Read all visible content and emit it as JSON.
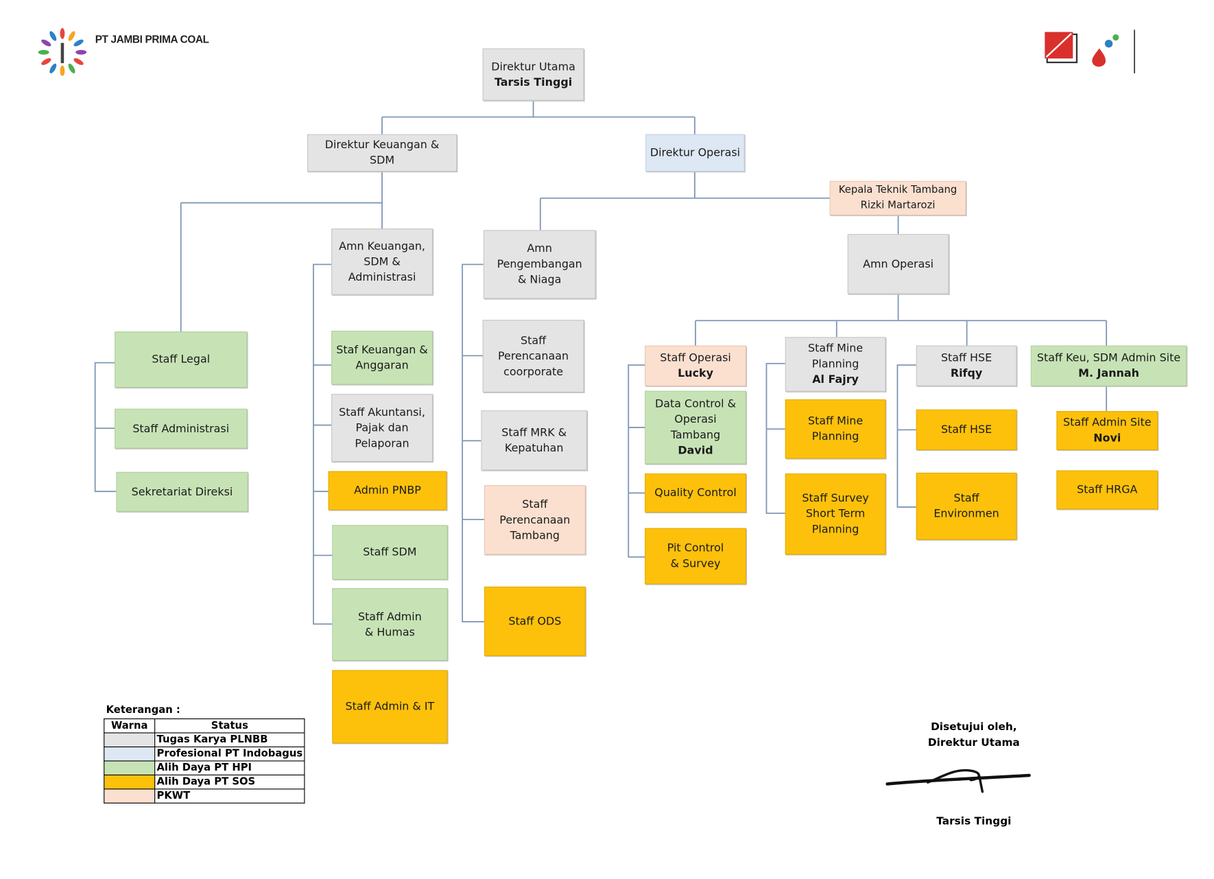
{
  "company": "PT JAMBI PRIMA COAL",
  "colors": {
    "grey": "#e4e4e4",
    "blue": "#dde8f4",
    "green": "#c7e3b6",
    "yellow": "#fdc10b",
    "peach": "#fbe0d0",
    "line": "#7f98b4"
  },
  "nodes": {
    "direktur_utama": {
      "title": "Direktur Utama",
      "name": "Tarsis Tinggi"
    },
    "dir_keuangan": {
      "title": "Direktur Keuangan & SDM"
    },
    "dir_operasi": {
      "title": "Direktur Operasi"
    },
    "kepala_teknik": {
      "title": "Kepala Teknik Tambang",
      "subtitle": "Rizki Martarozi"
    },
    "staff_legal": {
      "title": "Staff Legal"
    },
    "staff_administrasi": {
      "title": "Staff Administrasi"
    },
    "sekretariat": {
      "title": "Sekretariat Direksi"
    },
    "amn_keuangan": {
      "l1": "Amn Keuangan,",
      "l2": "SDM &",
      "l3": "Administrasi"
    },
    "staf_keu_anggaran": {
      "l1": "Staf Keuangan &",
      "l2": "Anggaran"
    },
    "staff_akuntansi": {
      "l1": "Staff Akuntansi,",
      "l2": "Pajak dan",
      "l3": "Pelaporan"
    },
    "admin_pnbp": {
      "title": "Admin PNBP"
    },
    "staff_sdm": {
      "title": "Staff SDM"
    },
    "staff_admin_humas": {
      "l1": "Staff Admin",
      "l2": "& Humas"
    },
    "staff_admin_it": {
      "title": "Staff Admin & IT"
    },
    "amn_pengembangan": {
      "l1": "Amn",
      "l2": "Pengembangan",
      "l3": "& Niaga"
    },
    "staff_perencanaan_corp": {
      "l1": "Staff",
      "l2": "Perencanaan",
      "l3": "coorporate"
    },
    "staff_mrk": {
      "l1": "Staff MRK &",
      "l2": "Kepatuhan"
    },
    "staff_perencanaan_tambang": {
      "l1": "Staff",
      "l2": "Perencanaan",
      "l3": "Tambang"
    },
    "staff_ods": {
      "title": "Staff ODS"
    },
    "amn_operasi": {
      "title": "Amn Operasi"
    },
    "staff_operasi": {
      "title": "Staff Operasi",
      "name": "Lucky"
    },
    "data_control": {
      "l1": "Data Control &",
      "l2": "Operasi",
      "l3": "Tambang",
      "name": "David"
    },
    "quality_control": {
      "title": "Quality Control"
    },
    "pit_control": {
      "l1": "Pit Control",
      "l2": "& Survey"
    },
    "staff_mine_planning_lead": {
      "l1": "Staff Mine",
      "l2": "Planning",
      "name": "Al Fajry"
    },
    "staff_mine_planning": {
      "l1": "Staff Mine",
      "l2": "Planning"
    },
    "staff_survey": {
      "l1": "Staff Survey",
      "l2": "Short Term",
      "l3": "Planning"
    },
    "staff_hse_lead": {
      "title": "Staff HSE",
      "name": "Rifqy"
    },
    "staff_hse": {
      "title": "Staff HSE"
    },
    "staff_environmen": {
      "l1": "Staff",
      "l2": "Environmen"
    },
    "staff_keu_sdm_site": {
      "title": "Staff  Keu, SDM Admin Site",
      "name": "M. Jannah"
    },
    "staff_admin_site": {
      "title": "Staff Admin Site",
      "name": "Novi"
    },
    "staff_hrga": {
      "title": "Staff HRGA"
    }
  },
  "legend": {
    "title": "Keterangan :",
    "col_color": "Warna",
    "col_status": "Status",
    "rows": [
      {
        "color": "#e4e4e4",
        "status": "Tugas Karya PLNBB"
      },
      {
        "color": "#dde8f4",
        "status": "Profesional PT Indobagus"
      },
      {
        "color": "#c7e3b6",
        "status": "Alih Daya PT HPI"
      },
      {
        "color": "#fdc10b",
        "status": "Alih Daya PT SOS"
      },
      {
        "color": "#fbe0d0",
        "status": "PKWT"
      }
    ]
  },
  "approval": {
    "line1": "Disetujui oleh,",
    "line2": "Direktur Utama",
    "name": "Tarsis Tinggi"
  }
}
